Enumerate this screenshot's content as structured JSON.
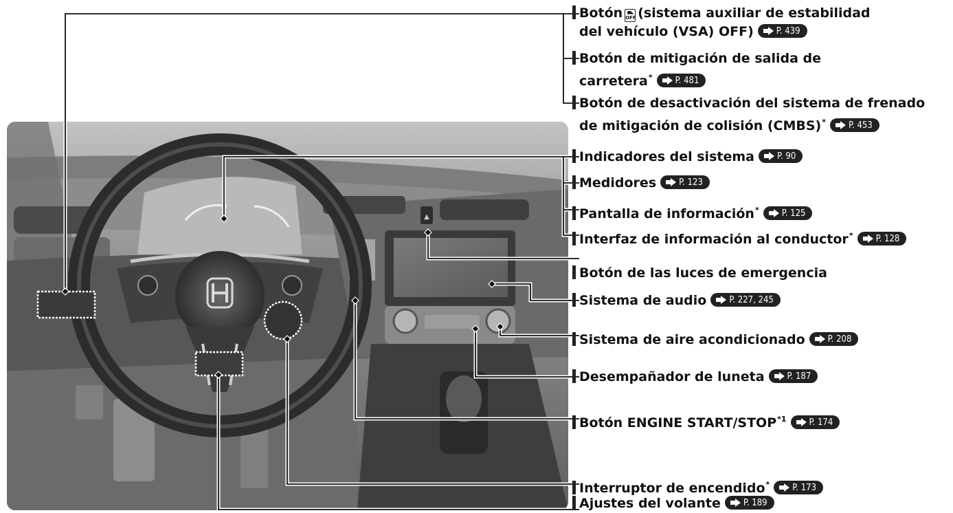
{
  "labels": [
    {
      "id": "vsa",
      "line1_pre": "Botón",
      "line1_post": "(sistema auxiliar de estabilidad",
      "line2": "del vehículo (VSA) OFF)",
      "page": "P. 439",
      "icon": "vsa-off-icon",
      "icon_text": "OFF"
    },
    {
      "id": "rdm",
      "line1": "Botón de mitigación de salida de",
      "line2": "carretera",
      "mark": "*",
      "page": "P. 481"
    },
    {
      "id": "cmbs",
      "line1": "Botón de desactivación del sistema de frenado",
      "line2": "de mitigación de colisión (CMBS)",
      "mark": "*",
      "page": "P. 453"
    },
    {
      "id": "indicators",
      "text": "Indicadores del sistema",
      "page": "P. 90"
    },
    {
      "id": "gauges",
      "text": "Medidores",
      "page": "P. 123"
    },
    {
      "id": "info-display",
      "text": "Pantalla de información",
      "mark": "*",
      "page": "P. 125"
    },
    {
      "id": "dii",
      "text": "Interfaz de información al conductor",
      "mark": "*",
      "page": "P. 128"
    },
    {
      "id": "hazard",
      "text": "Botón de las luces de emergencia"
    },
    {
      "id": "audio",
      "text": "Sistema de audio",
      "page": "P. 227, 245"
    },
    {
      "id": "climate",
      "text": "Sistema de aire acondicionado",
      "page": "P. 208"
    },
    {
      "id": "defroster",
      "text": "Desempañador de luneta",
      "page": "P. 187"
    },
    {
      "id": "engine",
      "text": "Botón ENGINE START/STOP",
      "mark": "*1",
      "page": "P. 174"
    },
    {
      "id": "ignition",
      "text": "Interruptor de encendido",
      "mark": "*",
      "page": "P. 173"
    },
    {
      "id": "steering",
      "text": "Ajustes del volante",
      "page": "P. 189"
    }
  ],
  "dashboard": {
    "brand_logo": "honda-logo-icon",
    "hazard_icon": "hazard-triangle-icon"
  }
}
